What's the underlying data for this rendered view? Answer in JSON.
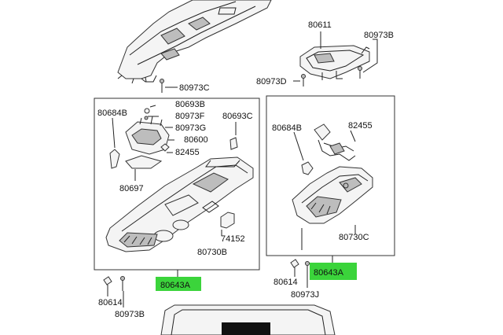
{
  "diagram": {
    "labels": {
      "l80973C": "80973C",
      "l80611": "80611",
      "l80973B_top": "80973B",
      "l80973D": "80973D",
      "l80684B_left": "80684B",
      "l80693B": "80693B",
      "l80973F": "80973F",
      "l80693C": "80693C",
      "l80973G": "80973G",
      "l80600": "80600",
      "l82455_left": "82455",
      "l80697": "80697",
      "l74152": "74152",
      "l80730B": "80730B",
      "l80643A_left": "80643A",
      "l80614_left": "80614",
      "l80973B_bottom": "80973B",
      "l80684B_right": "80684B",
      "l82455_right": "82455",
      "l80730C": "80730C",
      "l80643A_right": "80643A",
      "l80614_right": "80614",
      "l80973J": "80973J"
    },
    "highlight_color": "#3bd43b"
  }
}
